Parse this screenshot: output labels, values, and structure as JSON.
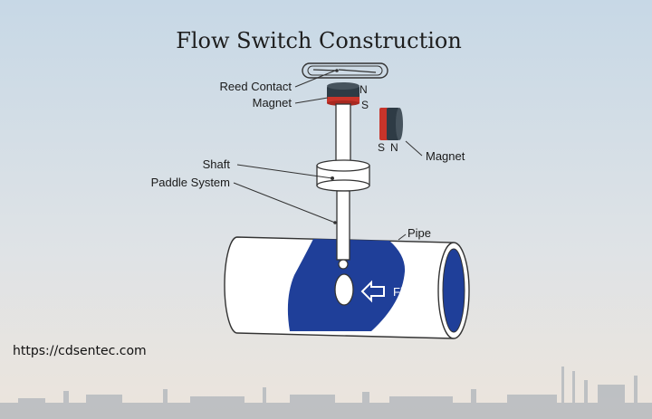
{
  "title": "Flow Switch Construction",
  "labels": {
    "reed_contact": "Reed Contact",
    "magnet_top": "Magnet",
    "magnet_side": "Magnet",
    "shaft": "Shaft",
    "paddle_system": "Paddle System",
    "pipe": "Pipe",
    "flow": "Flow"
  },
  "poles": {
    "top_north": "N",
    "top_south": "S",
    "side_south": "S",
    "side_north": "N"
  },
  "watermark": "https://cdsentec.com",
  "colors": {
    "sky_top": "#c9d9e6",
    "sky_bottom": "#e8e2dc",
    "fluid": "#1f3f99",
    "magnet_red": "#c8342a",
    "magnet_dark": "#2e3b45",
    "line": "#333333"
  }
}
